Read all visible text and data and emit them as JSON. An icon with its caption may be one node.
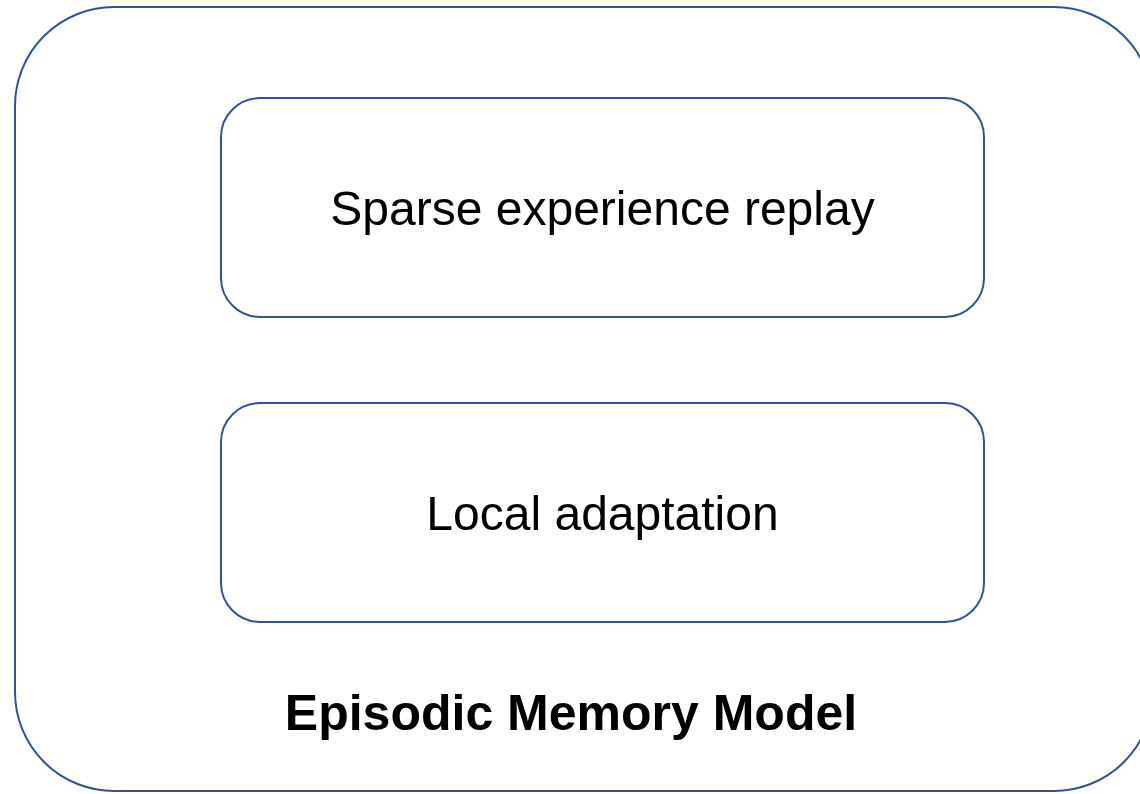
{
  "diagram": {
    "nodes": [
      {
        "text": [
          "Episodic Memory Model"
        ]
      },
      {
        "text": [
          "Sparse experience replay"
        ],
        "in": 0
      },
      {
        "text": [
          "Local adaptation"
        ],
        "in": 0
      }
    ],
    "edges": []
  }
}
